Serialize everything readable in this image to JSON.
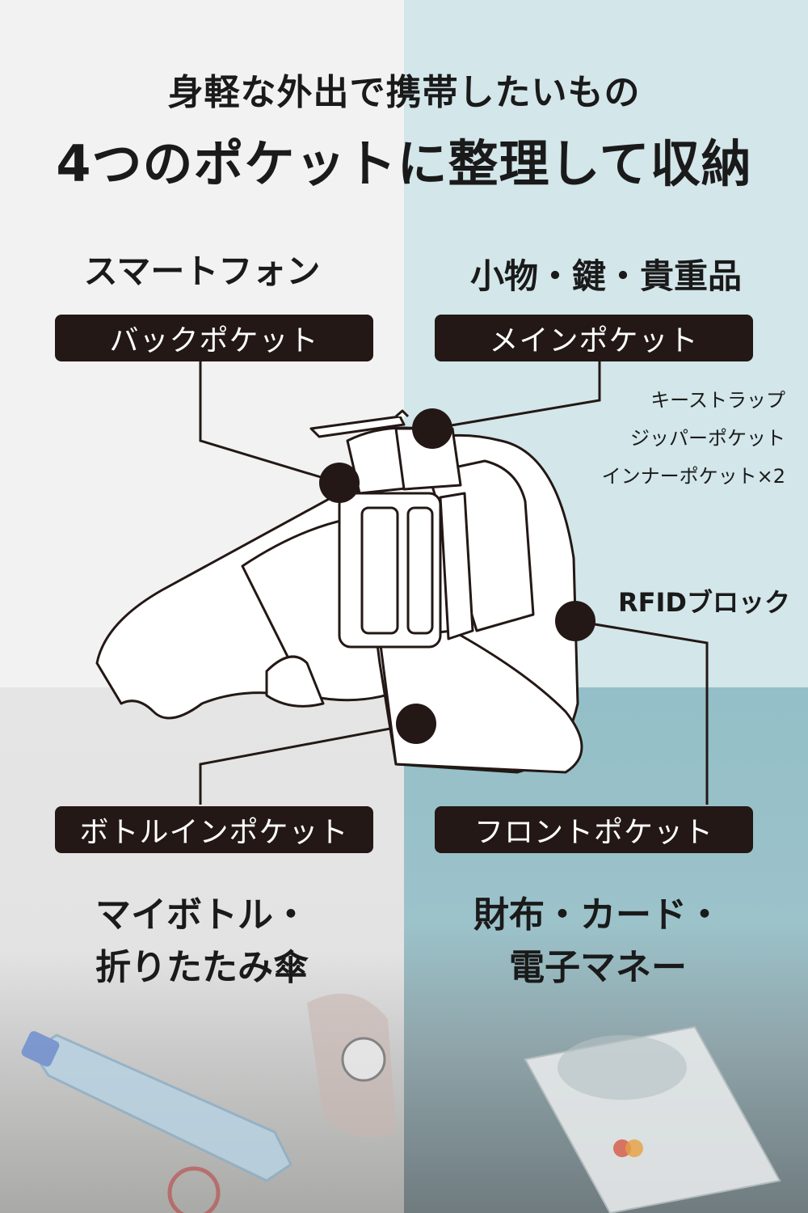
{
  "header": {
    "subtitle": "身軽な外出で携帯したいもの",
    "title": "4つのポケットに整理して収納"
  },
  "pockets": {
    "back": {
      "item": "スマートフォン",
      "tag": "バックポケット"
    },
    "main": {
      "item": "小物・鍵・貴重品",
      "tag": "メインポケット",
      "features": [
        "キーストラップ",
        "ジッパーポケット",
        "インナーポケット×2"
      ]
    },
    "front": {
      "feature": "RFIDブロック",
      "tag": "フロントポケット",
      "item_line1": "財布・カード・",
      "item_line2": "電子マネー"
    },
    "bottle": {
      "tag": "ボトルインポケット",
      "item_line1": "マイボトル・",
      "item_line2": "折りたたみ傘"
    }
  },
  "colors": {
    "tag_bg": "#231815",
    "marker": "#231815",
    "top_left_bg": "#f2f2f2",
    "top_right_bg": "#d3e6ea",
    "bottom_left_bg": "#e5e5e5",
    "bottom_right_bg": "#94bfc8"
  }
}
